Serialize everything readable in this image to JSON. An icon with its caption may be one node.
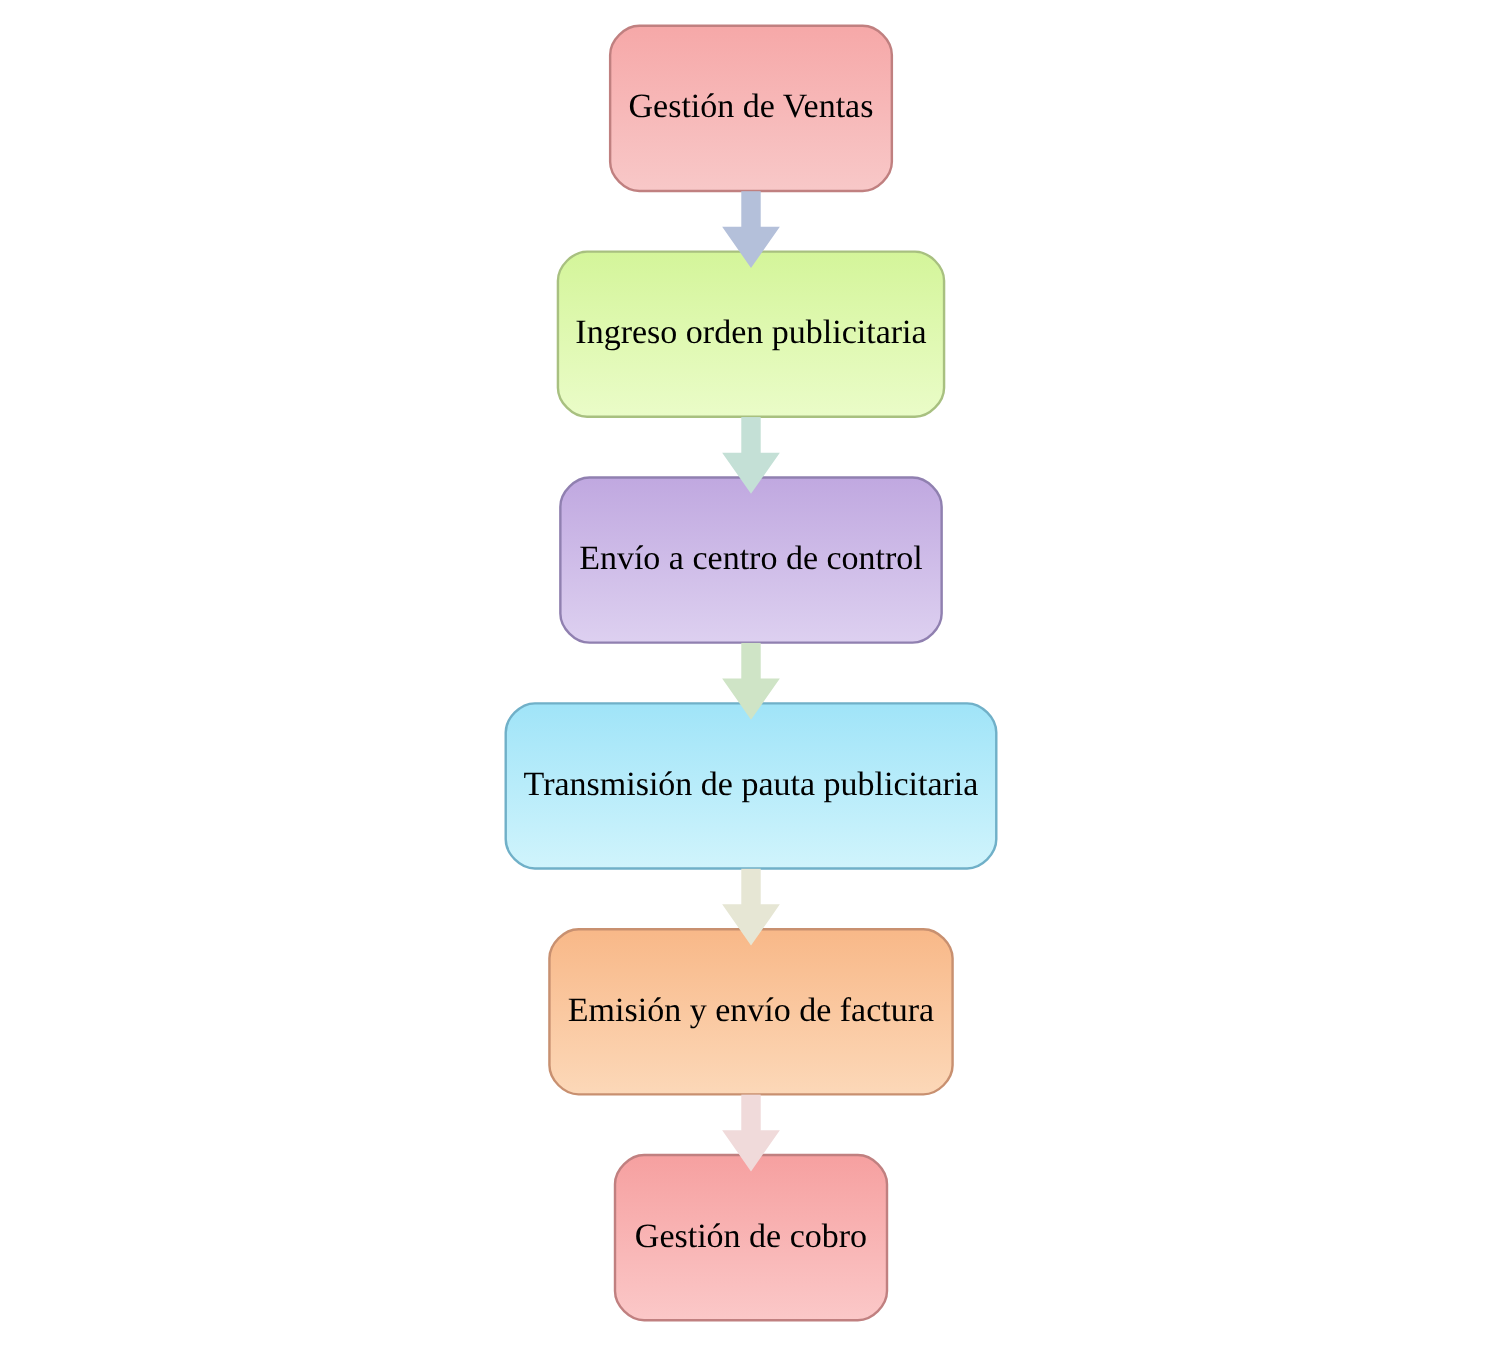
{
  "diagram": {
    "nodes": [
      {
        "text": [
          "Gestión de Ventas"
        ]
      },
      {
        "text": [
          "Ingreso orden publicitaria"
        ]
      },
      {
        "text": [
          "Envío a centro de control"
        ]
      },
      {
        "text": [
          "Transmisión de pauta publicitaria"
        ]
      },
      {
        "text": [
          "Emisión y envío de factura"
        ]
      },
      {
        "text": [
          "Gestión de cobro"
        ]
      }
    ],
    "edges": [
      {
        "from": 0,
        "to": 1,
        "arrow": "to",
        "color": "#b4c0da"
      },
      {
        "from": 1,
        "to": 2,
        "arrow": "to",
        "color": "#c4e0d6"
      },
      {
        "from": 2,
        "to": 3,
        "arrow": "to",
        "color": "#cfe4c6"
      },
      {
        "from": 3,
        "to": 4,
        "arrow": "to",
        "color": "#e6e6d4"
      },
      {
        "from": 4,
        "to": 5,
        "arrow": "to",
        "color": "#f0dada"
      }
    ]
  }
}
